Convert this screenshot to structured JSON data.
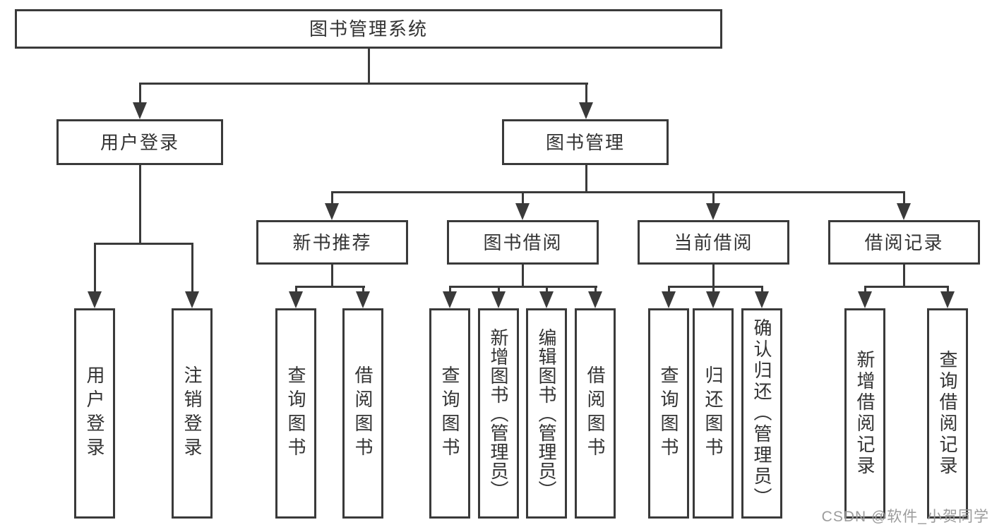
{
  "tree": {
    "root": {
      "label": "图书管理系统",
      "children": [
        {
          "label": "用户登录",
          "children": [
            {
              "label": "用户登录"
            },
            {
              "label": "注销登录"
            }
          ]
        },
        {
          "label": "图书管理",
          "children": [
            {
              "label": "新书推荐",
              "children": [
                {
                  "label": "查询图书"
                },
                {
                  "label": "借阅图书"
                }
              ]
            },
            {
              "label": "图书借阅",
              "children": [
                {
                  "label": "查询图书"
                },
                {
                  "label": "新增图书（管理员）"
                },
                {
                  "label": "编辑图书（管理员）"
                },
                {
                  "label": "借阅图书"
                }
              ]
            },
            {
              "label": "当前借阅",
              "children": [
                {
                  "label": "查询图书"
                },
                {
                  "label": "归还图书"
                },
                {
                  "label": "确认归还（管理员）"
                }
              ]
            },
            {
              "label": "借阅记录",
              "children": [
                {
                  "label": "新增借阅记录"
                },
                {
                  "label": "查询借阅记录"
                }
              ]
            }
          ]
        }
      ]
    }
  },
  "watermark": "CSDN @软件_小贺同学",
  "colors": {
    "line": "#3a3a3a",
    "text": "#333333",
    "background": "#ffffff",
    "watermark": "#9c9c9c"
  }
}
